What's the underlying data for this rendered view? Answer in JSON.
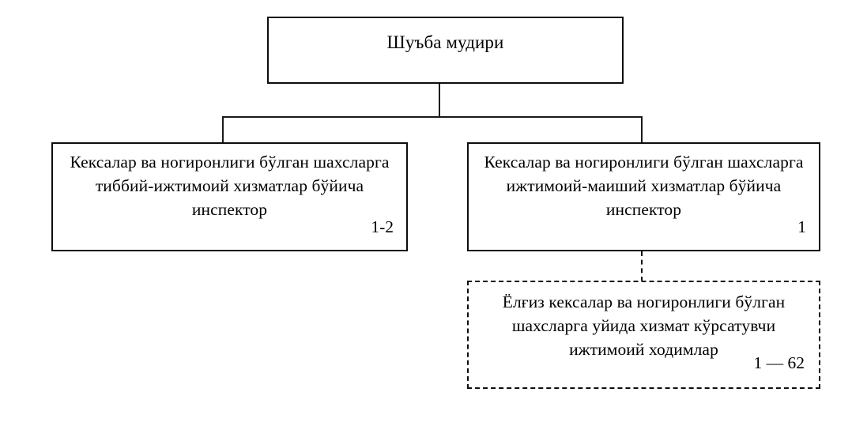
{
  "diagram": {
    "type": "org-chart",
    "language": "uz-Cyrl",
    "colors": {
      "background": "#ffffff",
      "stroke": "#0d0d0d",
      "text": "#000000"
    },
    "nodes": [
      {
        "id": "head",
        "title": "Шуъба мудири",
        "count": "",
        "border": "solid"
      },
      {
        "id": "medical-inspector",
        "title": "Кексалар ва ногиронлиги бўлган шахсларга тиббий-ижтимоий хизматлар бўйича инспектор",
        "count": "1-2",
        "border": "solid"
      },
      {
        "id": "social-inspector",
        "title": "Кексалар ва ногиронлиги бўлган шахсларга ижтимоий-маиший хизматлар бўйича инспектор",
        "count": "1",
        "border": "solid"
      },
      {
        "id": "home-care-workers",
        "title": "Ёлғиз кексалар ва ногиронлиги бўлган шахсларга уйида хизмат кўрсатувчи ижтимоий ходимлар",
        "count": "1 — 62",
        "border": "dashed"
      }
    ],
    "edges": [
      {
        "from": "head",
        "to": "medical-inspector",
        "style": "solid"
      },
      {
        "from": "head",
        "to": "social-inspector",
        "style": "solid"
      },
      {
        "from": "social-inspector",
        "to": "home-care-workers",
        "style": "dashed"
      }
    ]
  }
}
